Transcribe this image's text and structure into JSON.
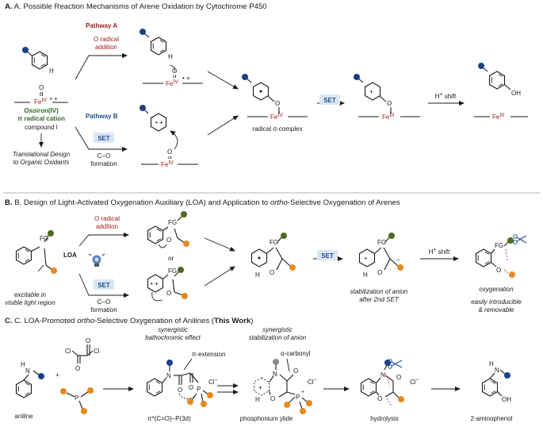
{
  "sectionA": {
    "title": "A. Possible Reaction Mechanisms of Arene Oxidation by Cytochrome P450",
    "pathwayA": "Pathway A",
    "pathwayB": "Pathway B",
    "o_radical_addition_1": "O radical",
    "o_radical_addition_2": "addition",
    "oxoiron_1": "Oxoiron(IV)",
    "oxoiron_2": "π radical cation",
    "compound": "compound I",
    "fe_iv": "Fe",
    "fe_iv_sup": "IV",
    "fe_iii_sup": "III",
    "radical_plus": "• +",
    "o_label": "O",
    "h_label": "H",
    "oh_label": "OH",
    "set": "SET",
    "co_1": "C–O",
    "co_2": "formation",
    "translational_1": "Translational Design",
    "translational_2": "to Organic Oxidants",
    "sigma_complex": "radical σ-complex",
    "h_shift": "H",
    "h_shift_sup": "+",
    "h_shift_tail": " shift"
  },
  "sectionB": {
    "title_pre": "B. Design of Light-Activated Oxygenation Auxiliary (LOA) and Application to ",
    "title_it": "ortho",
    "title_post": "-Selective Oxygenation of Arenes",
    "fg": "FG",
    "loa": "LOA",
    "or": "or",
    "excitable_1": "excitable in",
    "excitable_2": "visible light region",
    "stabilization_1": "stabilization of anion",
    "stabilization_2": "after 2nd SET",
    "oxygenation": "oxygenation",
    "removable_1": "easily introducible",
    "removable_2": "& removable",
    "minus": "−"
  },
  "sectionC": {
    "title_pre": "C. LOA-Promoted ",
    "title_it": "ortho",
    "title_mid": "-Selective Oxygenation of Anilines (",
    "title_bold": "This Work",
    "title_post": ")",
    "synergistic_1a": "synergistic",
    "synergistic_1b": "bathochromic effect",
    "synergistic_2a": "synergistic",
    "synergistic_2b": "stabilization of anion",
    "pi_extension": "π-extension",
    "alpha_carbonyl": "α-carbonyl",
    "pi_star": "π*(C=O)–P(3d)",
    "aniline": "aniline",
    "ylide": "phosphonium ylide",
    "hydrolysis": "hydrolysis",
    "aminophenol": "2-aminophenol",
    "cl": "Cl",
    "cl_minus": "Cl",
    "n": "N",
    "p": "P",
    "oh": "OH",
    "plus": "+"
  },
  "colors": {
    "pathway_red": "#9b1b1b",
    "oxoiron_green": "#2f6b23",
    "set_box": "#dbe6f4",
    "navy_dot": "#1b3f86",
    "orange_dot": "#e58a1f",
    "olive_dot": "#4d6b21"
  }
}
